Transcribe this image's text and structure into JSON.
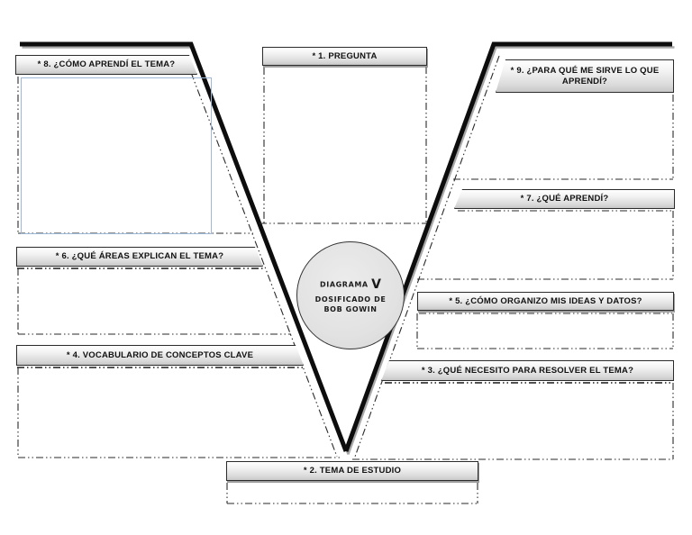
{
  "headers": {
    "q1": "* 1. PREGUNTA",
    "q2": "* 2. TEMA DE ESTUDIO",
    "q3": "* 3. ¿QUÉ NECESITO PARA RESOLVER EL TEMA?",
    "q4": "* 4. VOCABULARIO DE CONCEPTOS CLAVE",
    "q5": "* 5. ¿CÓMO ORGANIZO MIS IDEAS Y DATOS?",
    "q6": "* 6. ¿QUÉ ÁREAS EXPLICAN EL TEMA?",
    "q7": "* 7. ¿QUÉ APRENDÍ?",
    "q8": "* 8. ¿CÓMO APRENDÍ EL TEMA?",
    "q9": "* 9. ¿PARA QUÉ ME SIRVE LO QUE APRENDÍ?"
  },
  "circle": {
    "line1_a": "DIAGRAMA",
    "line1_b": "V",
    "line2": "DOSIFICADO DE",
    "line3": "BOB GOWIN"
  },
  "colors": {
    "v_line": "#0d0d0d",
    "dash_line": "#2a2a2a",
    "header_border": "#2b2b2b",
    "header_fill_top": "#ffffff",
    "header_fill_bottom": "#c7c7c7",
    "blue_frame": "#9cb8d8",
    "circle_fill": "#e2e2e2"
  }
}
